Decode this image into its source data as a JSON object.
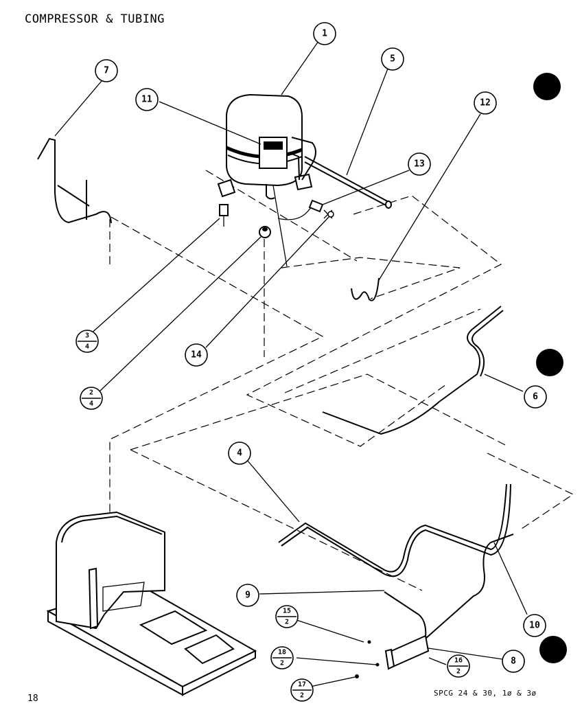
{
  "title": "COMPRESSOR & TUBING",
  "page_number": "18",
  "model_note": "SPCG 24 & 30, 1ø & 3ø",
  "callouts": [
    {
      "label": "1"
    },
    {
      "label": "5"
    },
    {
      "label": "7"
    },
    {
      "label": "11"
    },
    {
      "label": "12"
    },
    {
      "label": "13"
    },
    {
      "label": "14"
    },
    {
      "label": "6"
    },
    {
      "label": "4"
    },
    {
      "label": "9"
    },
    {
      "label": "10"
    },
    {
      "label": "8"
    }
  ],
  "fraction_callouts": [
    {
      "num": "3",
      "den": "4"
    },
    {
      "num": "2",
      "den": "4"
    },
    {
      "num": "15",
      "den": "2"
    },
    {
      "num": "18",
      "den": "2"
    },
    {
      "num": "16",
      "den": "2"
    },
    {
      "num": "17",
      "den": "2"
    }
  ]
}
